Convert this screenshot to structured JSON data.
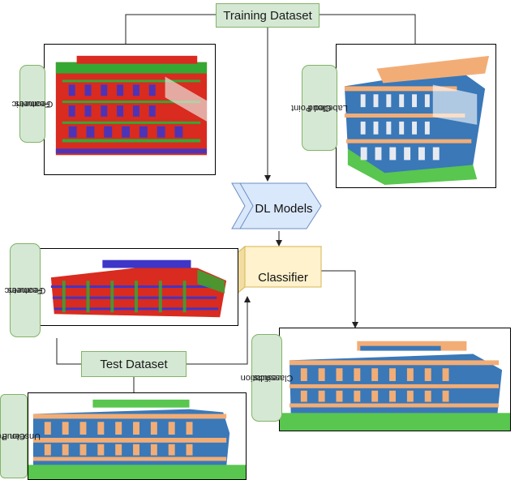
{
  "training_dataset": "Training Dataset",
  "test_dataset": "Test Dataset",
  "dl_models": "DL Models",
  "classifier": "Classifier",
  "train_geometric_features": [
    "Geometric",
    "Features"
  ],
  "labelled_point_cloud": [
    "Labelled Point",
    "Cloud"
  ],
  "test_geometric_features": [
    "Geometric",
    "Features"
  ],
  "unseen_point_cloud": [
    "Unseen Point",
    "Cloud"
  ],
  "classification_results": [
    "Classification",
    "results"
  ],
  "colors": {
    "label_fill": "#d5e8d4",
    "label_border": "#82b366",
    "dl_fill": "#dae8fc",
    "dl_border": "#6c8ebf",
    "cube_fill": "#fff2cc",
    "cube_border": "#d6b656",
    "facade_blue": "#3a78b8",
    "facade_orange": "#f2ad76",
    "facade_green": "#58c64f",
    "feature_red": "#d92b1f",
    "feature_green": "#35a834",
    "feature_blue": "#3e36c8"
  }
}
